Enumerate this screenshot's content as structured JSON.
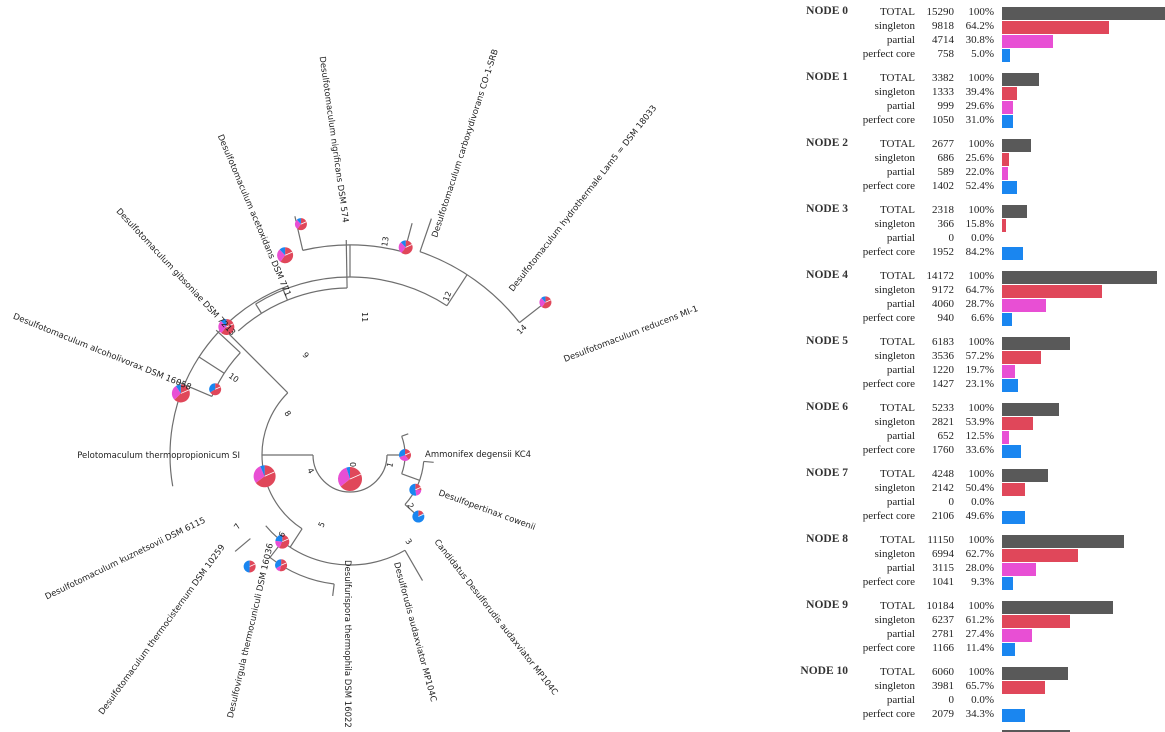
{
  "colors": {
    "total": "#595959",
    "singleton": "#e0475a",
    "partial": "#e84fd4",
    "core": "#1a86f0",
    "branch": "#6e6e6e"
  },
  "row_labels": [
    "TOTAL",
    "singleton",
    "partial",
    "perfect core"
  ],
  "nodes": [
    {
      "name": "NODE 0",
      "rows": [
        [
          "15290",
          "100%"
        ],
        [
          "9818",
          "64.2%"
        ],
        [
          "4714",
          "30.8%"
        ],
        [
          "758",
          "5.0%"
        ]
      ],
      "values": [
        15290,
        9818,
        4714,
        758
      ]
    },
    {
      "name": "NODE 1",
      "rows": [
        [
          "3382",
          "100%"
        ],
        [
          "1333",
          "39.4%"
        ],
        [
          "999",
          "29.6%"
        ],
        [
          "1050",
          "31.0%"
        ]
      ],
      "values": [
        3382,
        1333,
        999,
        1050
      ]
    },
    {
      "name": "NODE 2",
      "rows": [
        [
          "2677",
          "100%"
        ],
        [
          "686",
          "25.6%"
        ],
        [
          "589",
          "22.0%"
        ],
        [
          "1402",
          "52.4%"
        ]
      ],
      "values": [
        2677,
        686,
        589,
        1402
      ]
    },
    {
      "name": "NODE 3",
      "rows": [
        [
          "2318",
          "100%"
        ],
        [
          "366",
          "15.8%"
        ],
        [
          "0",
          "0.0%"
        ],
        [
          "1952",
          "84.2%"
        ]
      ],
      "values": [
        2318,
        366,
        0,
        1952
      ]
    },
    {
      "name": "NODE 4",
      "rows": [
        [
          "14172",
          "100%"
        ],
        [
          "9172",
          "64.7%"
        ],
        [
          "4060",
          "28.7%"
        ],
        [
          "940",
          "6.6%"
        ]
      ],
      "values": [
        14172,
        9172,
        4060,
        940
      ]
    },
    {
      "name": "NODE 5",
      "rows": [
        [
          "6183",
          "100%"
        ],
        [
          "3536",
          "57.2%"
        ],
        [
          "1220",
          "19.7%"
        ],
        [
          "1427",
          "23.1%"
        ]
      ],
      "values": [
        6183,
        3536,
        1220,
        1427
      ]
    },
    {
      "name": "NODE 6",
      "rows": [
        [
          "5233",
          "100%"
        ],
        [
          "2821",
          "53.9%"
        ],
        [
          "652",
          "12.5%"
        ],
        [
          "1760",
          "33.6%"
        ]
      ],
      "values": [
        5233,
        2821,
        652,
        1760
      ]
    },
    {
      "name": "NODE 7",
      "rows": [
        [
          "4248",
          "100%"
        ],
        [
          "2142",
          "50.4%"
        ],
        [
          "0",
          "0.0%"
        ],
        [
          "2106",
          "49.6%"
        ]
      ],
      "values": [
        4248,
        2142,
        0,
        2106
      ]
    },
    {
      "name": "NODE 8",
      "rows": [
        [
          "11150",
          "100%"
        ],
        [
          "6994",
          "62.7%"
        ],
        [
          "3115",
          "28.0%"
        ],
        [
          "1041",
          "9.3%"
        ]
      ],
      "values": [
        11150,
        6994,
        3115,
        1041
      ]
    },
    {
      "name": "NODE 9",
      "rows": [
        [
          "10184",
          "100%"
        ],
        [
          "6237",
          "61.2%"
        ],
        [
          "2781",
          "27.4%"
        ],
        [
          "1166",
          "11.4%"
        ]
      ],
      "values": [
        10184,
        6237,
        2781,
        1166
      ]
    },
    {
      "name": "NODE 10",
      "rows": [
        [
          "6060",
          "100%"
        ],
        [
          "3981",
          "65.7%"
        ],
        [
          "0",
          "0.0%"
        ],
        [
          "2079",
          "34.3%"
        ]
      ],
      "values": [
        6060,
        3981,
        0,
        2079
      ]
    }
  ],
  "tree_nodes": [
    "0",
    "1",
    "2",
    "3",
    "4",
    "5",
    "6",
    "7",
    "8",
    "9",
    "10",
    "11",
    "12",
    "13",
    "14"
  ],
  "tree_leaves": [
    "Ammonifex degensii KC4",
    "Desulfopertinax cowenii",
    "Candidatus Desulforudis audaxviator MP104C",
    "Desulforudis audaxviator MP104C",
    "Desulfurispora thermophila DSM 16022",
    "Desulfovirgula thermocuniculi DSM 16036",
    "Desulfotomaculum thermocisternum DSM 10259",
    "Desulfotomaculum kuznetsovii DSM 6115",
    "Pelotomaculum thermopropionicum SI",
    "Desulfotomaculum alcoholivorax DSM 16058",
    "Desulfotomaculum gibsoniae DSM 7213",
    "Desulfotomaculum acetoxidans DSM 771",
    "Desulfotomaculum nigrificans DSM 574",
    "Desulfotomaculum carboxydivorans CO-1-SRB",
    "Desulfotomaculum hydrothermale Lam5 = DSM 18033",
    "Desulfotomaculum reducens MI-1"
  ]
}
